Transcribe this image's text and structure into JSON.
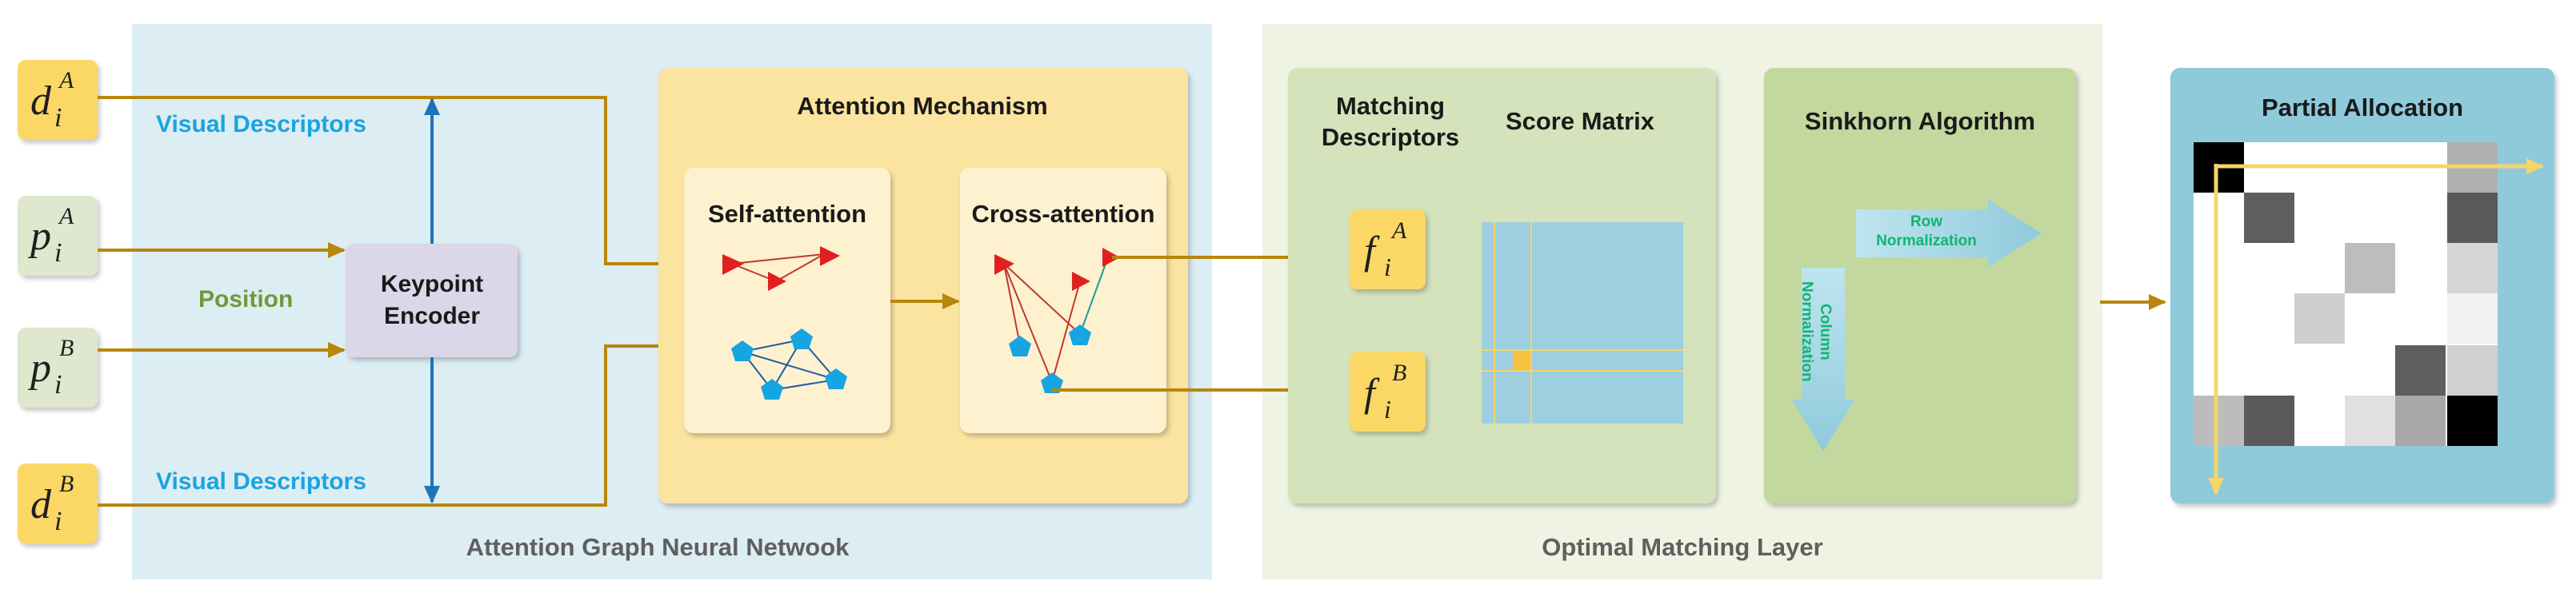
{
  "sections": {
    "gnn_caption": "Attention Graph Neural Netwook",
    "oml_caption": "Optimal Matching Layer"
  },
  "inputs": {
    "dA_base": "d",
    "dA_sub": "i",
    "dA_sup": "A",
    "pA_base": "p",
    "pA_sub": "i",
    "pA_sup": "A",
    "pB_base": "p",
    "pB_sub": "i",
    "pB_sup": "B",
    "dB_base": "d",
    "dB_sub": "i",
    "dB_sup": "B"
  },
  "labels": {
    "visual_descriptors_top": "Visual Descriptors",
    "visual_descriptors_bottom": "Visual Descriptors",
    "position": "Position",
    "encoder_line1": "Keypoint",
    "encoder_line2": "Encoder"
  },
  "attention": {
    "title": "Attention Mechanism",
    "self": "Self-attention",
    "cross": "Cross-attention"
  },
  "matching": {
    "descriptors_line1": "Matching",
    "descriptors_line2": "Descriptors",
    "score_matrix": "Score Matrix",
    "fA_base": "f",
    "fA_sub": "i",
    "fA_sup": "A",
    "fB_base": "f",
    "fB_sub": "i",
    "fB_sup": "B"
  },
  "sinkhorn": {
    "title": "Sinkhorn Algorithm",
    "row_line1": "Row",
    "row_line2": "Normalization",
    "col_line1": "Column",
    "col_line2": "Normalization"
  },
  "allocation": {
    "title": "Partial Allocation"
  },
  "colors": {
    "gnn_bg": "#dcedf3",
    "oml_bg": "#eef3e3",
    "attention_box": "#fbe3a0",
    "inner_card": "#fdf1cf",
    "matching_box": "#d4e3bb",
    "sinkhorn_box": "#c3d89e",
    "allocation_box": "#8fcadb",
    "flow_arrow": "#b8860b",
    "encoder_arrow": "#1f74b8",
    "node": "#16a5e0",
    "triangle": "#e02020",
    "score_matrix": "#9dcfe0",
    "highlight": "#f6d56a"
  }
}
